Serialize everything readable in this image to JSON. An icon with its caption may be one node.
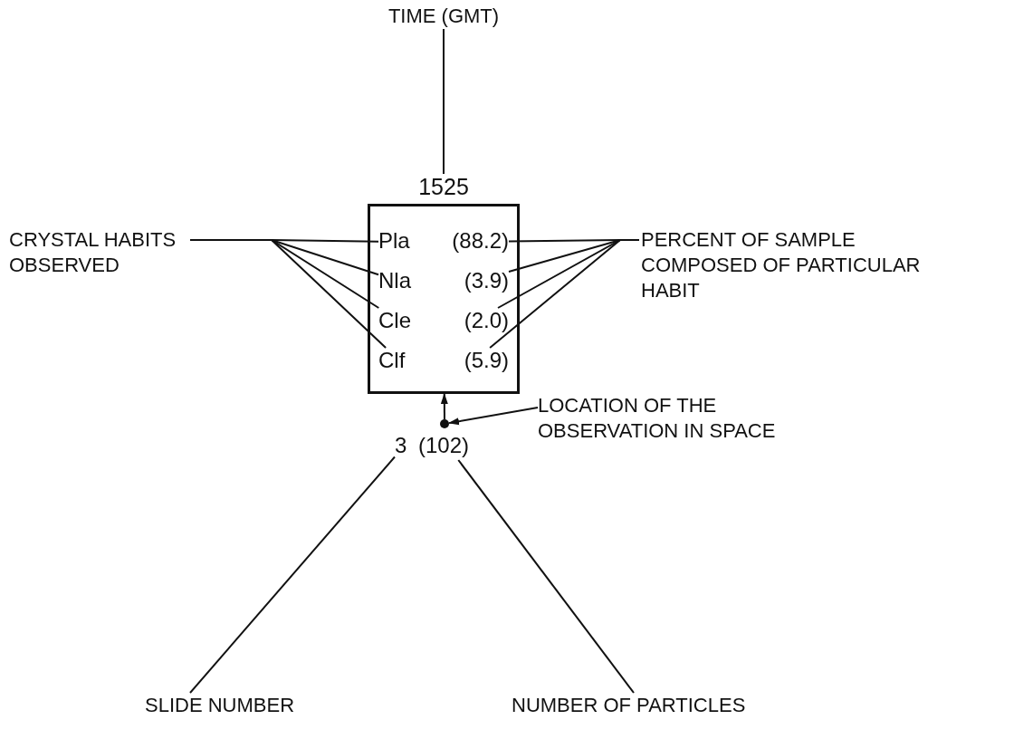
{
  "diagram": {
    "nodes": [
      {
        "text": [
          "TIME (GMT)"
        ]
      },
      {
        "text": [
          "1525"
        ]
      },
      {
        "text": [],
        "shape": "box"
      },
      {
        "text": [
          "Pla"
        ],
        "in": 2
      },
      {
        "text": [
          "Nla"
        ],
        "in": 2
      },
      {
        "text": [
          "Cle"
        ],
        "in": 2
      },
      {
        "text": [
          "Clf"
        ],
        "in": 2
      },
      {
        "text": [
          "(88.2)"
        ],
        "in": 2
      },
      {
        "text": [
          "(3.9)"
        ],
        "in": 2
      },
      {
        "text": [
          "(2.0)"
        ],
        "in": 2
      },
      {
        "text": [
          "(5.9)"
        ],
        "in": 2
      },
      {
        "text": [
          "CRYSTAL HABITS OBSERVED"
        ]
      },
      {
        "text": [
          "PERCENT OF SAMPLE COMPOSED OF PARTICULAR HABIT"
        ]
      },
      {
        "text": [],
        "shape": "circle"
      },
      {
        "text": [
          "LOCATION OF THE OBSERVATION IN SPACE"
        ]
      },
      {
        "text": [
          "3"
        ]
      },
      {
        "text": [
          "(102)"
        ]
      },
      {
        "text": [
          "SLIDE NUMBER"
        ]
      },
      {
        "text": [
          "NUMBER OF PARTICLES"
        ]
      }
    ],
    "edges": [
      {
        "from": 0,
        "to": 1,
        "arrow": "none"
      },
      {
        "from": 11,
        "to": 3,
        "arrow": "none"
      },
      {
        "from": 11,
        "to": 4,
        "arrow": "none"
      },
      {
        "from": 11,
        "to": 5,
        "arrow": "none"
      },
      {
        "from": 11,
        "to": 6,
        "arrow": "none"
      },
      {
        "from": 12,
        "to": 7,
        "arrow": "none"
      },
      {
        "from": 12,
        "to": 8,
        "arrow": "none"
      },
      {
        "from": 12,
        "to": 9,
        "arrow": "none"
      },
      {
        "from": 12,
        "to": 10,
        "arrow": "none"
      },
      {
        "from": 13,
        "to": 2,
        "arrow": "to"
      },
      {
        "from": 14,
        "to": 13,
        "arrow": "to"
      },
      {
        "from": 17,
        "to": 15,
        "arrow": "none"
      },
      {
        "from": 18,
        "to": 16,
        "arrow": "none"
      }
    ]
  }
}
